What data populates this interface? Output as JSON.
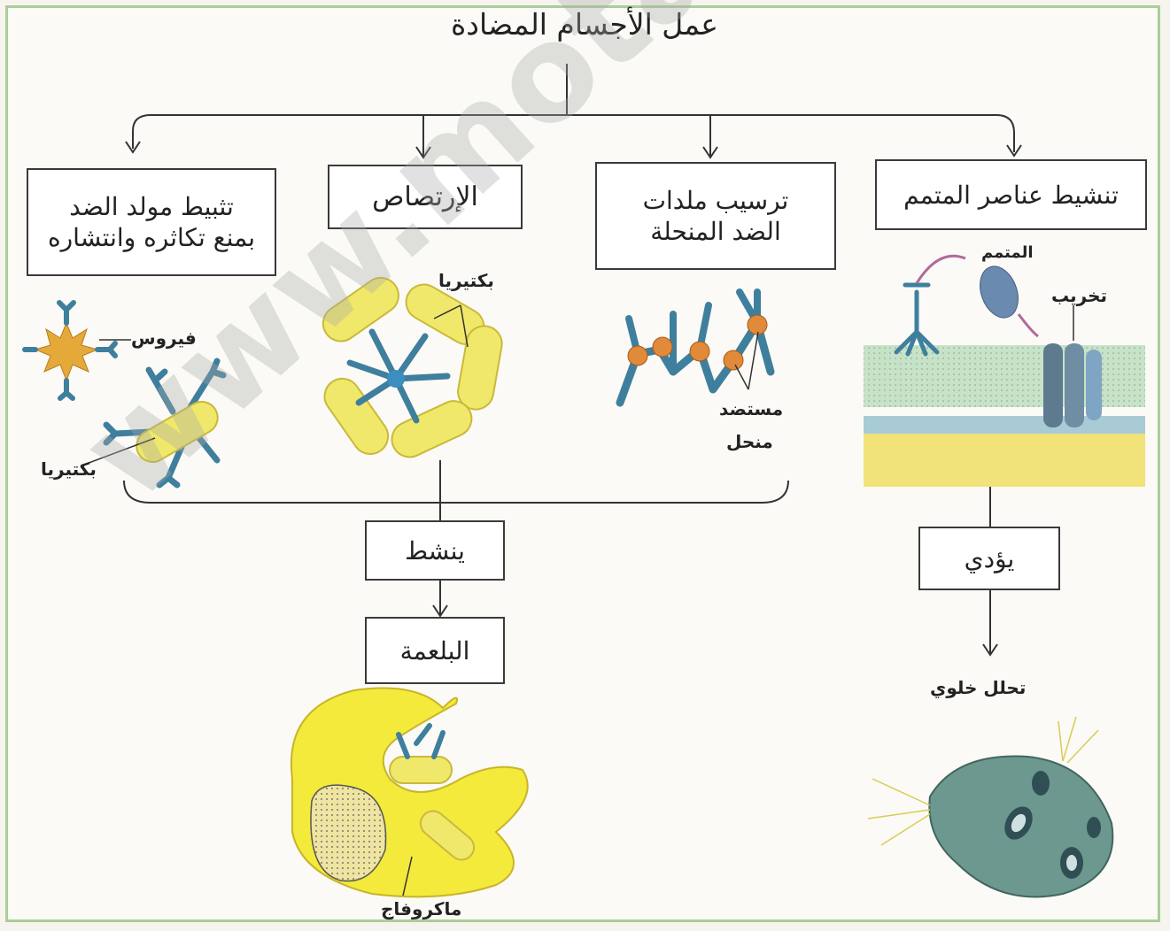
{
  "title": "عمل الأجسام المضادة",
  "boxes": {
    "neutralization": {
      "line1": "تثبيط مولد الضد",
      "line2": "بمنع تكاثره وانتشاره"
    },
    "agglutination": "الإرتصاص",
    "precipitation": {
      "line1": "ترسيب ملدات",
      "line2": "الضد المنحلة"
    },
    "complement": "تنشيط عناصر المتمم",
    "activates": "ينشط",
    "phagocytosis": "البلعمة",
    "leads_to": "يؤدي"
  },
  "labels": {
    "virus": "فيروس",
    "bacteria_left": "بكتيريا",
    "bacteria_mid": "بكتيريا",
    "soluble_antigen_1": "مستضد",
    "soluble_antigen_2": "منحل",
    "complement": "المتمم",
    "destruction": "تخريب",
    "cell_lysis": "تحلل خلوي",
    "macrophage": "ماكروفاج"
  },
  "watermark": "www.motafawik.com",
  "colors": {
    "antibody": "#3f7f9e",
    "bacteria": "#f0e86a",
    "antigen": "#e08a3a",
    "frame": "#a9cf97"
  }
}
